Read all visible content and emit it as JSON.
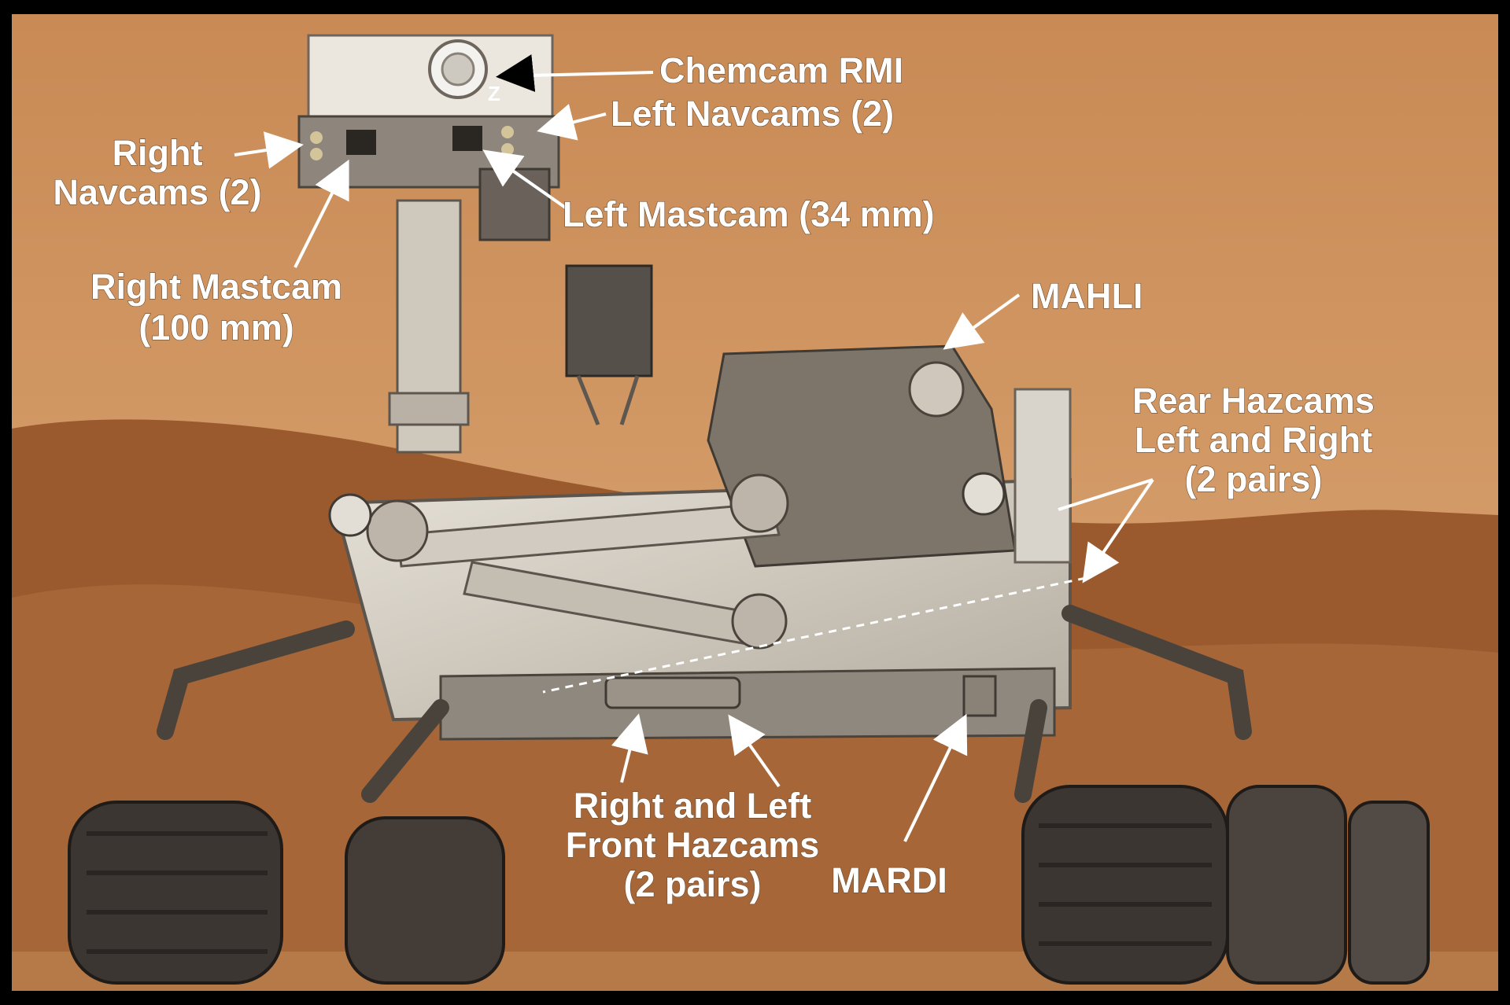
{
  "labels": {
    "chemcam_rmi": "Chemcam RMI",
    "left_navcams": "Left Navcams (2)",
    "right_navcams_line1": "Right",
    "right_navcams_line2": "Navcams (2)",
    "left_mastcam": "Left Mastcam (34 mm)",
    "right_mastcam_line1": "Right Mastcam",
    "right_mastcam_line2": "(100 mm)",
    "mahli": "MAHLI",
    "rear_hazcams_line1": "Rear Hazcams",
    "rear_hazcams_line2": "Left and Right",
    "rear_hazcams_line3": "(2 pairs)",
    "front_hazcams_line1": "Right and Left",
    "front_hazcams_line2": "Front Hazcams",
    "front_hazcams_line3": "(2 pairs)",
    "mardi": "MARDI",
    "mast_marker": "Z"
  },
  "colors": {
    "sky_top": "#c98a55",
    "sky_bottom": "#d9a673",
    "hills": "#9c5a2c",
    "ground": "#b5743f",
    "rover_body": "#d8d2c6",
    "rover_shadow": "#6d655c",
    "wheels": "#3c3632",
    "label_text": "#ffffff",
    "frame": "#000000"
  }
}
